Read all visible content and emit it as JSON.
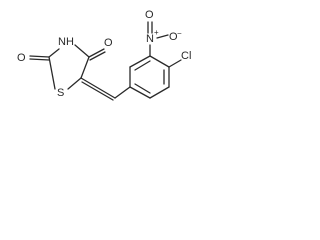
{
  "molecule": {
    "atoms": {
      "o_carbonyl_left": "O",
      "nh": "NH",
      "o_carbonyl_right": "O",
      "s": "S",
      "n_nitro": "N",
      "n_nitro_charge": "+",
      "o_nitro_top": "O",
      "o_nitro_right": "O",
      "o_nitro_charge": "−",
      "cl": "Cl"
    },
    "colors": {
      "ink": "#2a2a2a",
      "background": "#ffffff"
    }
  }
}
